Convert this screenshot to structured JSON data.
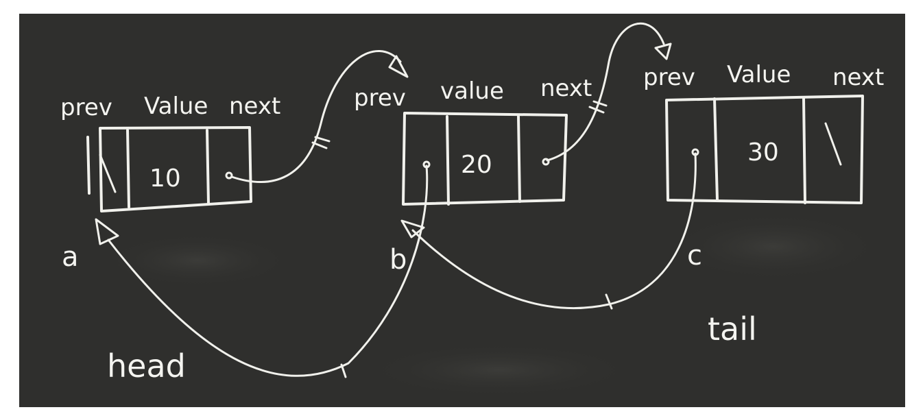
{
  "nodes": [
    {
      "name": "a",
      "labels": {
        "prev": "prev",
        "value": "Value",
        "next": "next"
      },
      "prev": "null",
      "value": "10",
      "next": "pointer"
    },
    {
      "name": "b",
      "labels": {
        "prev": "prev",
        "value": "value",
        "next": "next"
      },
      "prev": "pointer",
      "value": "20",
      "next": "pointer"
    },
    {
      "name": "c",
      "labels": {
        "prev": "prev",
        "value": "Value",
        "next": "next"
      },
      "prev": "pointer",
      "value": "30",
      "next": "null"
    }
  ],
  "pointers": {
    "head": "head",
    "tail": "tail"
  },
  "links": [
    {
      "from": "a.next",
      "to": "b"
    },
    {
      "from": "b.next",
      "to": "c"
    },
    {
      "from": "b.prev",
      "to": "a"
    },
    {
      "from": "c.prev",
      "to": "b"
    }
  ],
  "colors": {
    "board": "#2f2f2d",
    "chalk": "#f1f1ec",
    "frame": "#ffffff"
  }
}
